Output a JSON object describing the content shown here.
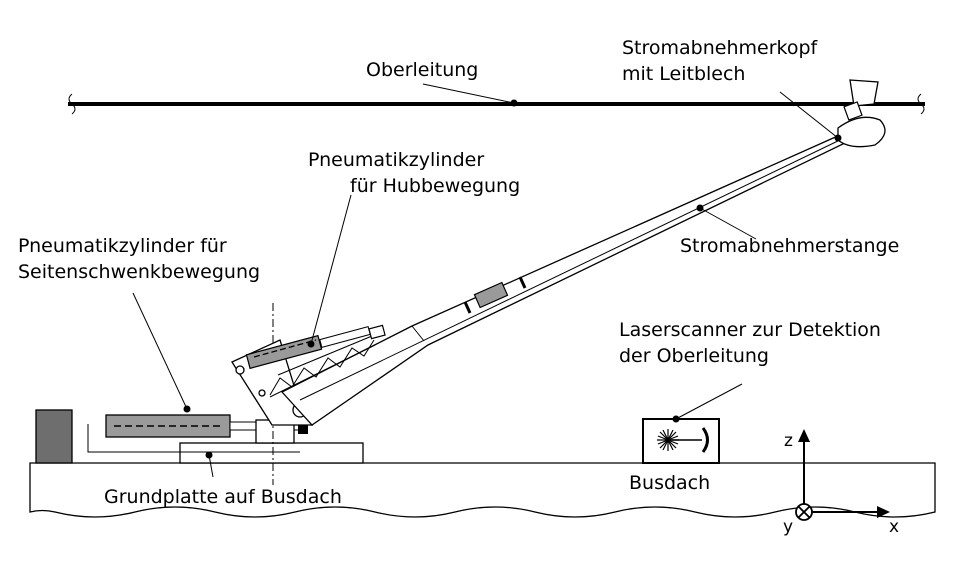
{
  "labels": {
    "overhead_line": "Oberleitung",
    "head_line1": "Stromabnehmerkopf",
    "head_line2": "mit Leitblech",
    "cyl_lift_line1": "Pneumatikzylinder",
    "cyl_lift_line2": "für Hubbewegung",
    "cyl_side_line1": "Pneumatikzylinder für",
    "cyl_side_line2": "Seitenschwenkbewegung",
    "pole": "Stromabnehmerstange",
    "laser_line1": "Laserscanner zur Detektion",
    "laser_line2": "der Oberleitung",
    "baseplate": "Grundplatte auf Busdach",
    "busroof": "Busdach"
  },
  "axes": {
    "z": "z",
    "x": "x",
    "y": "y"
  },
  "colors": {
    "line": "#000000",
    "cylinder_fill": "#9a9a9a",
    "block_fill": "#6e6e6e"
  }
}
